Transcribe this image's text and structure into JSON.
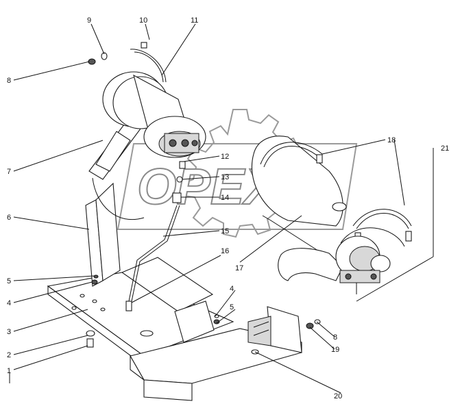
{
  "watermark": {
    "text": "OPEX",
    "color": "#8a8a8a"
  },
  "callouts": [
    "1",
    "2",
    "3",
    "4",
    "5",
    "6",
    "7",
    "8",
    "9",
    "10",
    "11",
    "12",
    "13",
    "14",
    "15",
    "16",
    "17",
    "18",
    "19",
    "20",
    "21"
  ],
  "colors": {
    "line": "#111111",
    "fill": "#ffffff",
    "shade": "#d8d8d8"
  }
}
